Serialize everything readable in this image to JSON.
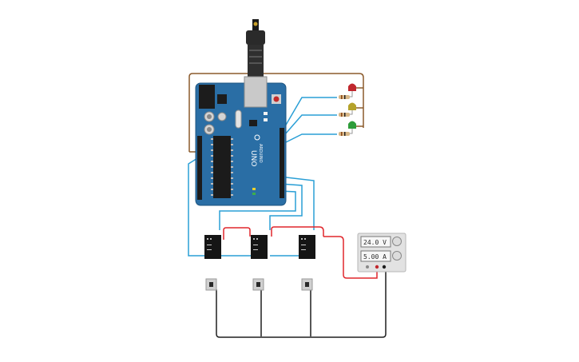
{
  "board": {
    "brand": "ARDUINO",
    "model": "UNO"
  },
  "power_supply": {
    "voltage": "24.0 V",
    "current": "5.00 A"
  },
  "leds": [
    {
      "color_name": "red",
      "color": "#c0272d"
    },
    {
      "color_name": "yellow",
      "color": "#b5a22a"
    },
    {
      "color_name": "green",
      "color": "#2e9c3a"
    }
  ],
  "relays": 3,
  "pushbuttons": 3,
  "colors": {
    "board": "#2a6ea5",
    "wire_brown": "#8b5a2b",
    "wire_blue": "#2a9fd6",
    "wire_red": "#e0262c",
    "wire_black": "#1e1e1e"
  }
}
